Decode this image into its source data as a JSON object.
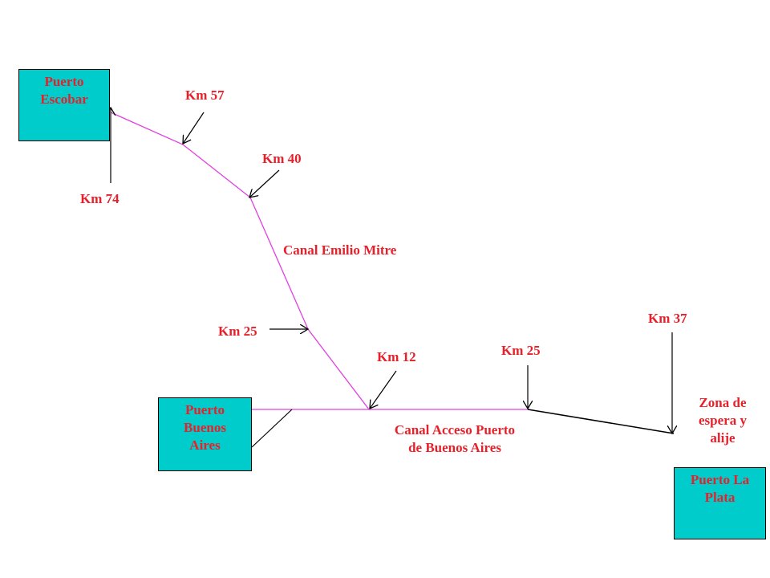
{
  "colors": {
    "route": "#e040e0",
    "label": "#e8202a",
    "port_fill": "#00cccc",
    "arrow": "#000000"
  },
  "ports": {
    "escobar": "Puerto Escobar",
    "buenos_aires": "Puerto Buenos Aires",
    "la_plata": "Puerto La Plata"
  },
  "km_markers": {
    "km74": "Km 74",
    "km57": "Km 57",
    "km40": "Km 40",
    "km25_mitre": "Km 25",
    "km12": "Km 12",
    "km25_acceso": "Km 25",
    "km37": "Km 37"
  },
  "channels": {
    "emilio_mitre": "Canal Emilio Mitre",
    "acceso": "Canal Acceso Puerto de Buenos Aires"
  },
  "zones": {
    "espera": "Zona de espera y alije"
  }
}
